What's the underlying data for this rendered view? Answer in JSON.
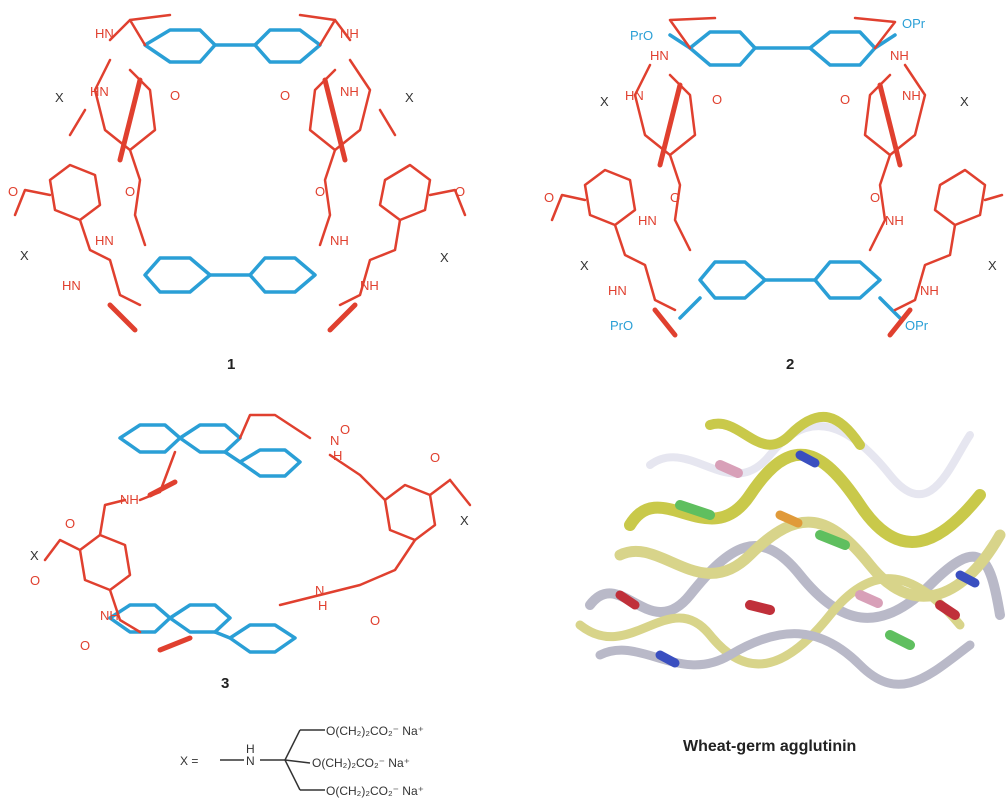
{
  "colors": {
    "red_fragment": "#e0402f",
    "blue_fragment": "#2a9fd6",
    "text": "#333333"
  },
  "compounds": {
    "c1": {
      "number": "1"
    },
    "c2": {
      "number": "2",
      "substituent": "OPr",
      "substituent_left": "PrO"
    },
    "c3": {
      "number": "3"
    }
  },
  "atoms": {
    "hn": "HN",
    "nh": "NH",
    "o": "O",
    "x": "X",
    "h": "H",
    "n": "N"
  },
  "x_definition": {
    "lhs": "X =",
    "arm1": "O(CH₂)₂CO₂⁻ Na⁺",
    "arm2": "O(CH₂)₂CO₂⁻ Na⁺",
    "arm3": "O(CH₂)₂CO₂⁻ Na⁺"
  },
  "protein": {
    "caption": "Wheat-germ agglutinin",
    "ribbon_colors": [
      "#d8d48a",
      "#c9c94a",
      "#b9b9c8",
      "#e6e6f0",
      "#5fbf5f",
      "#c0303a",
      "#3a4fc0",
      "#d8a0b8",
      "#e09a3a"
    ]
  }
}
